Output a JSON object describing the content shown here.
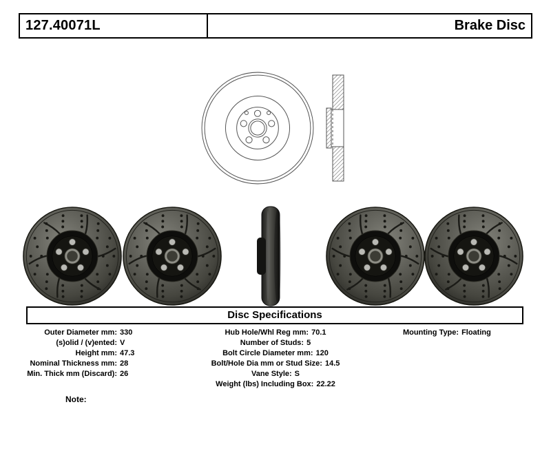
{
  "header": {
    "part_number": "127.40071L",
    "product_name": "Brake Disc"
  },
  "section": {
    "title": "Disc Specifications"
  },
  "specs": {
    "left": [
      {
        "label": "Outer Diameter mm:",
        "value": "330"
      },
      {
        "label": "(s)olid / (v)ented:",
        "value": "V"
      },
      {
        "label": "Height mm:",
        "value": "47.3"
      },
      {
        "label": "Nominal Thickness mm:",
        "value": "28"
      },
      {
        "label": "Min. Thick mm (Discard):",
        "value": "26"
      }
    ],
    "center": [
      {
        "label": "Hub Hole/Whl Reg mm:",
        "value": "70.1"
      },
      {
        "label": "Number of Studs:",
        "value": "5"
      },
      {
        "label": "Bolt Circle Diameter mm:",
        "value": "120"
      },
      {
        "label": "Bolt/Hole Dia mm or Stud Size:",
        "value": "14.5"
      },
      {
        "label": "Vane Style:",
        "value": "S"
      },
      {
        "label": "Weight (lbs) Including Box:",
        "value": "22.22"
      }
    ],
    "right": [
      {
        "label": "Mounting Type:",
        "value": "Floating"
      }
    ]
  },
  "note_label": "Note:",
  "images": {
    "technical_front_view": "brake-disc-front-line-drawing",
    "technical_side_view": "brake-disc-cross-section-drawing",
    "photos": [
      "drilled-slotted-rotor-front-view",
      "drilled-slotted-rotor-front-view",
      "rotor-edge-profile-view",
      "drilled-slotted-rotor-front-view-mirrored",
      "drilled-slotted-rotor-front-view-mirrored"
    ]
  },
  "colors": {
    "border": "#000000",
    "disc_face": "#55554f",
    "hat": "#0e0e0c",
    "bolt_hole": "#b9b9b4"
  }
}
